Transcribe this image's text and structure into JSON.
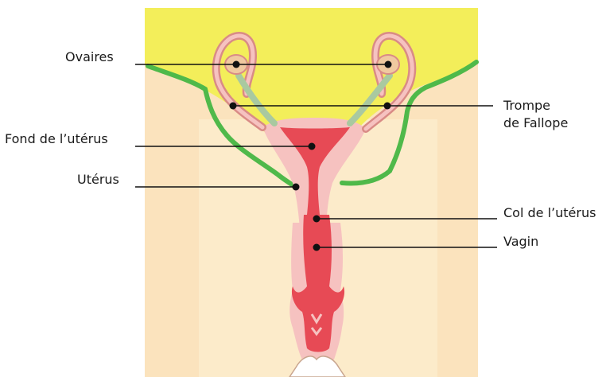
{
  "labels": {
    "ovaires": "Ovaires",
    "fond_uterus": "Fond de l’utérus",
    "uterus": "Utérus",
    "trompe_line1": "Trompe",
    "trompe_line2": "de Fallope",
    "col_uterus": "Col de l’utérus",
    "vagin": "Vagin"
  },
  "colors": {
    "background_panel": "#fbe3bd",
    "abdomen_yellow": "#f3ee5a",
    "outline_green": "#4fb94a",
    "organ_pink": "#f6c2c0",
    "cavity_red": "#e74a55",
    "tube_outline": "#d98b86",
    "leader_line": "#111111"
  }
}
